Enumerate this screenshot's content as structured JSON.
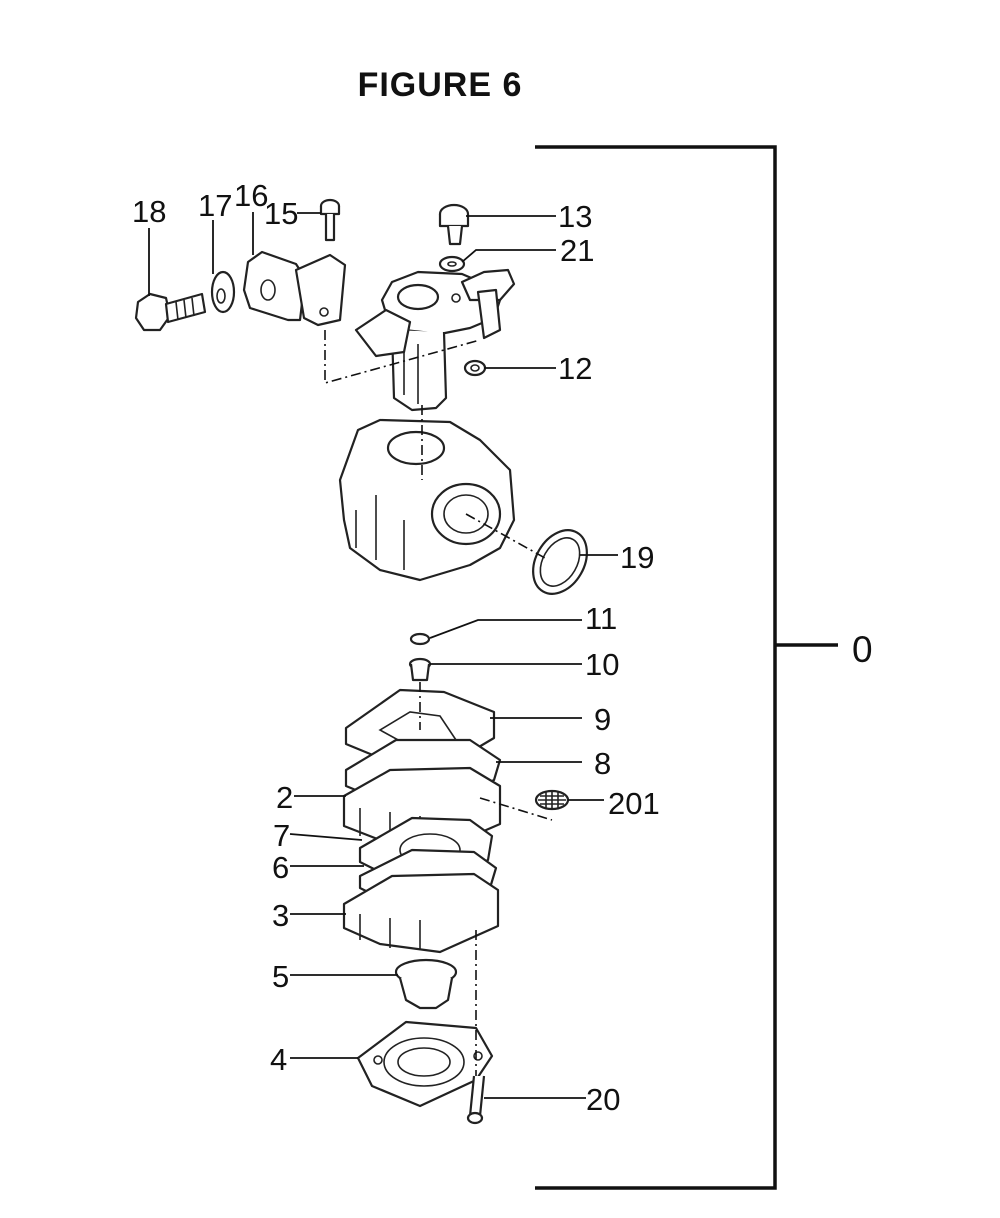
{
  "figure": {
    "title": "FIGURE 6"
  },
  "assembly_label": "0",
  "callouts": {
    "c18": "18",
    "c17": "17",
    "c16": "16",
    "c15": "15",
    "c13": "13",
    "c21": "21",
    "c12": "12",
    "c19": "19",
    "c11": "11",
    "c10": "10",
    "c9": "9",
    "c8": "8",
    "c2": "2",
    "c201": "201",
    "c7": "7",
    "c6": "6",
    "c3": "3",
    "c5": "5",
    "c4": "4",
    "c20": "20"
  }
}
